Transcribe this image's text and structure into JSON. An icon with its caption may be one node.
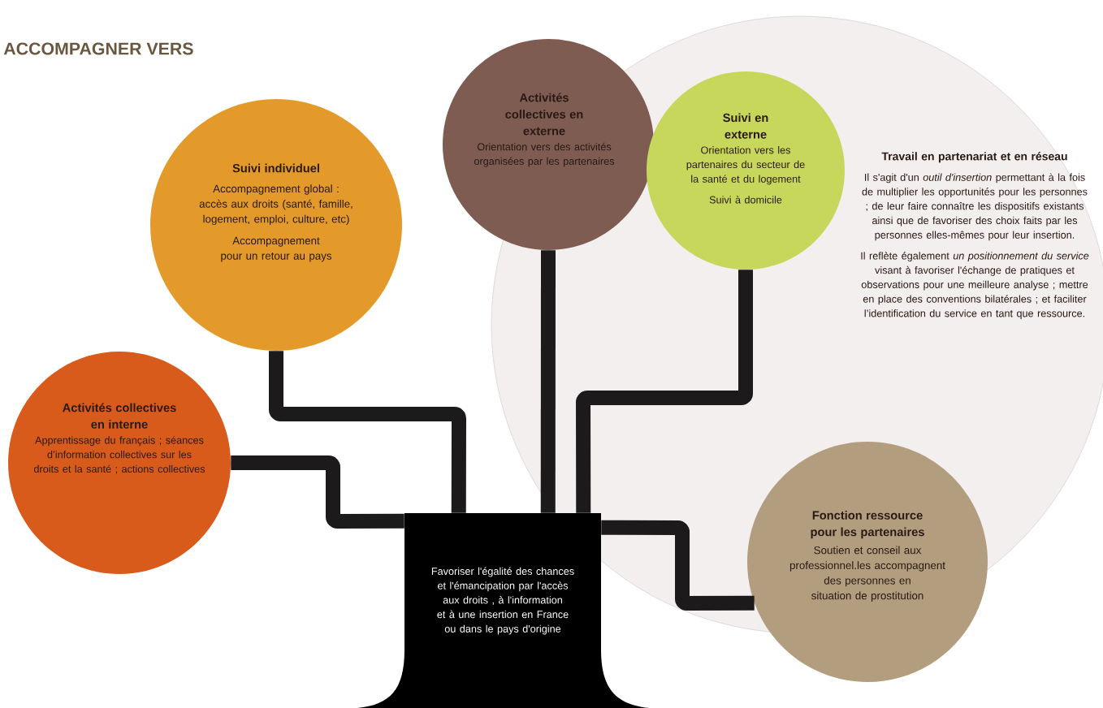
{
  "diagram": {
    "title": "ACCOMPAGNER VERS",
    "nodes": [
      {
        "text": [
          "Travail en partenariat et en réseau",
          "Il s'agit d'un *outil d'insertion* permettant à la fois de multiplier les opportunités pour les personnes ; de leur faire connaître les dispositifs existants ainsi que de favoriser des choix faits par les personnes elles-mêmes pour leur insertion.",
          "Il reflète également *un positionnement du service* visant à favoriser l'échange de pratiques et observations pour une meilleure analyse ; mettre en place des conventions bilatérales ; et faciliter l’identification du service en tant que ressource."
        ]
      },
      {
        "text": [
          "Suivi individuel",
          "Accompagnement global : accès aux droits (santé, famille, logement, emploi, culture, etc)",
          "Accompagnement pour un retour au pays"
        ]
      },
      {
        "text": [
          "Activités collectives en externe",
          "Orientation vers des activités organisées par les partenaires"
        ]
      },
      {
        "text": [
          "Suivi en externe",
          "Orientation vers les partenaires du secteur de la santé et du logement",
          "Suivi à domicile"
        ],
        "in": 0
      },
      {
        "text": [
          "Activités collectives en interne",
          "Apprentissage du français ; séances d’information collectives sur les droits et la santé ; actions collectives"
        ]
      },
      {
        "text": [
          "Fonction ressource pour les partenaires",
          "Soutien et conseil aux professionnel.les accompagnent des personnes en situation de prostitution"
        ]
      },
      {
        "text": [
          "Favoriser l'égalité des chances et l'émancipation par l'accès aux droits , à l'information et à une insertion en France ou dans le pays d'origine"
        ]
      }
    ],
    "edges": [
      {
        "from": 6,
        "to": 4,
        "arrow": "none"
      },
      {
        "from": 6,
        "to": 1,
        "arrow": "none"
      },
      {
        "from": 6,
        "to": 2,
        "arrow": "none"
      },
      {
        "from": 6,
        "to": 3,
        "arrow": "none"
      },
      {
        "from": 6,
        "to": 5,
        "arrow": "none"
      }
    ]
  }
}
